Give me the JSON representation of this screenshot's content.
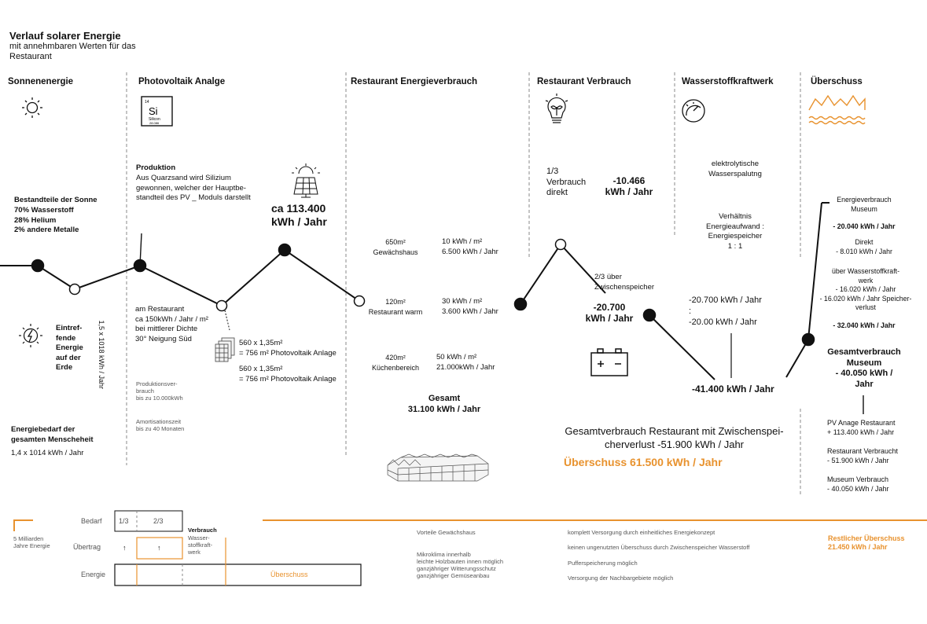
{
  "title": {
    "main": "Verlauf solarer Energie",
    "sub": "mit annehmbaren Werten für das\nRestaurant"
  },
  "columns": {
    "sun": {
      "header": "Sonnenenergie",
      "composition_title": "Bestandteile der Sonne",
      "composition": "70% Wasserstoff\n28% Helium\n2% andere Metalle",
      "incoming_label": "Eintref-\nfende\nEnergie\nauf der\nErde",
      "incoming_value": "1,5 x 1018 kWh / Jahr",
      "need_title": "Energiebedarf der\ngesamten Menscheheit",
      "need_value": "1,4 x 1014 kWh / Jahr"
    },
    "pv": {
      "header": "Photovoltaik Analge",
      "element": {
        "number": "14",
        "symbol": "Si",
        "name": "Silicon",
        "mass": "28.086"
      },
      "production_title": "Produktion",
      "production_text": "Aus Quarzsand wird Silizium\ngewonnen, welcher der Hauptbe-\nstandteil des PV _ Moduls darstellt",
      "output_value": "ca 113.400\nkWh / Jahr",
      "yield_text": "am Restaurant\nca 150kWh / Jahr / m²\nbei mittlerer Dichte\n30° Neigung Süd",
      "panels_1": "560 x 1,35m²\n= 756 m² Photovoltaik Anlage",
      "panels_2": "560 x 1,35m²\n= 756 m² Photovoltaik Anlage",
      "production_limit": "Produktionsver-\nbrauch\nbis zu 10.000kWh",
      "amortisation": "Amortisationszeit\nbis zu 40 Monaten"
    },
    "restaurant_energy": {
      "header": "Restaurant Energieverbrauch",
      "rows": [
        {
          "area": "650m²\nGewächshaus",
          "rate": "10 kWh / m²\n6.500 kWh / Jahr"
        },
        {
          "area": "120m²\nRestaurant warm",
          "rate": "30 kWh / m²\n3.600 kWh / Jahr"
        },
        {
          "area": "420m²\nKüchenbereich",
          "rate": "50 kWh / m²\n21.000kWh / Jahr"
        }
      ],
      "total_label": "Gesamt",
      "total_value": "31.100 kWh / Jahr"
    },
    "restaurant_usage": {
      "header": "Restaurant Verbrauch",
      "direct_label": "1/3\nVerbrauch\ndirekt",
      "direct_value": "-10.466\nkWh / Jahr",
      "storage_label": "2/3 über\nZwischenspeicher",
      "storage_value": "-20.700\nkWh / Jahr",
      "total_text": "Gesamtverbrauch Restaurant mit Zwischenspei-\ncherverlust -51.900 kWh / Jahr",
      "surplus": "Überschuss 61.500 kWh / Jahr"
    },
    "hydrogen": {
      "header": "Wasserstoffkraftwerk",
      "process": "elektrolytische\nWasserspalutng",
      "ratio": "Verhältnis\nEnergieaufwand :\nEnergiespeicher\n1 : 1",
      "ratio_values": "-20.700 kWh / Jahr\n:\n-20.00 kWh / Jahr",
      "total": "-41.400 kWh / Jahr"
    },
    "surplus": {
      "header": "Überschuss",
      "museum_title": "Energieverbrauch\nMuseum",
      "museum_total": "- 20.040 kWh / Jahr",
      "direct": "Direkt\n- 8.010 kWh / Jahr",
      "via_hydrogen": "über Wasserstoffkraft-\nwerk\n- 16.020 kWh / Jahr\n- 16.020 kWh / Jahr Speicher-\nverlust",
      "sum": "- 32.040 kWh / Jahr",
      "museum_overall": "Gesamtverbrauch\nMuseum\n- 40.050 kWh /\nJahr",
      "calc_1": "PV Anage Restaurant\n+ 113.400 kWh / Jahr",
      "calc_2": "Restaurant Verbraucht\n- 51.900 kWh / Jahr",
      "calc_3": "Museum Verbrauch\n- 40.050 kWh / Jahr"
    }
  },
  "legend": {
    "left_note": "5 Milliarden\nJahre Energie",
    "rows": [
      "Bedarf",
      "Übertrag",
      "Energie"
    ],
    "fraction_1": "1/3",
    "fraction_2": "2/3",
    "arrow": "↑",
    "plant": "Verbrauch",
    "plant_sub": "Wasser-\nstoffkraft-\nwerk",
    "surplus": "Überschuss"
  },
  "footer": {
    "greenhouse_title": "Vorteile Gewächshaus",
    "greenhouse_points": "Mikroklima innerhalb\nleichte Holzbauten innen möglich\nganzjähriger Witterungsschutz\nganzjähriger Gemüseanbau",
    "concept_points": [
      "komplett Versorgung durch einheitliches Energiekonzept",
      "keinen ungenutzten Überschuss durch Zwischenspeicher Wasserstoff",
      "Pufferspeicherung möglich",
      "Versorgung der Nachbargebiete möglich"
    ],
    "remaining_title": "Restlicher Überschuss",
    "remaining_value": "21.450 kWh / Jahr"
  },
  "colors": {
    "accent": "#e8922e",
    "line": "#111111",
    "divider": "#888888"
  }
}
